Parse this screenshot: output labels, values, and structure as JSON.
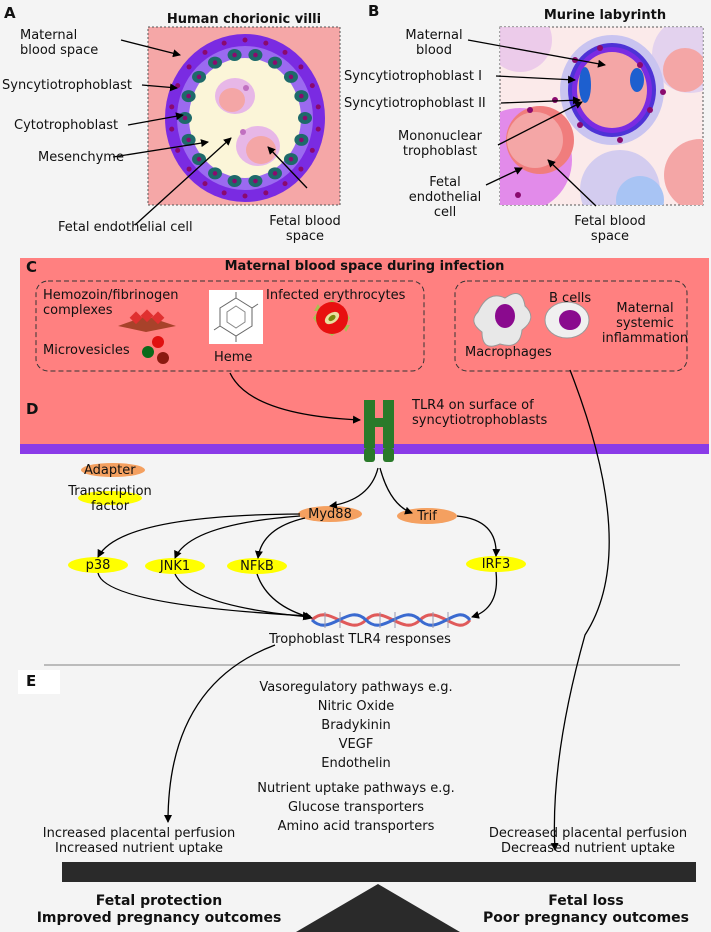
{
  "panels": {
    "A": {
      "letter": "A",
      "title": "Human chorionic villi",
      "labels": {
        "maternal_blood_space": "Maternal\nblood space",
        "syncytiotrophoblast": "Syncytiotrophoblast",
        "cytotrophoblast": "Cytotrophoblast",
        "mesenchyme": "Mesenchyme",
        "fetal_endothelial_cell": "Fetal endothelial cell",
        "fetal_blood_space": "Fetal blood\nspace"
      }
    },
    "B": {
      "letter": "B",
      "title": "Murine labyrinth",
      "labels": {
        "maternal_blood": "Maternal\nblood",
        "syncytiotrophoblast_1": "Syncytiotrophoblast I",
        "syncytiotrophoblast_2": "Syncytiotrophoblast II",
        "mononuclear_trophoblast": "Mononuclear\ntrophoblast",
        "fetal_endothelial_cell": "Fetal\nendothelial\ncell",
        "fetal_blood_space": "Fetal blood\nspace"
      }
    },
    "C": {
      "letter": "C",
      "title": "Maternal blood space during infection",
      "labels": {
        "hemozoin": "Hemozoin/fibrinogen\ncomplexes",
        "infected_erythrocytes": "Infected erythrocytes",
        "microvesicles": "Microvesicles",
        "heme": "Heme",
        "b_cells": "B cells",
        "macrophages": "Macrophages",
        "maternal_inflammation": "Maternal\nsystemic\ninflammation"
      }
    },
    "D": {
      "letter": "D",
      "labels": {
        "tlr4": "TLR4 on surface of\nsyncytiotrophoblasts",
        "legend_adapter": "Adapter",
        "legend_tf": "Transcription\nfactor",
        "myd88": "Myd88",
        "trif": "Trif",
        "p38": "p38",
        "jnk1": "JNK1",
        "nfkb": "NFkB",
        "irf3": "IRF3",
        "responses": "Trophoblast TLR4 responses"
      }
    },
    "E": {
      "letter": "E",
      "vaso_title": "Vasoregulatory pathways e.g.",
      "vaso_items": [
        "Nitric Oxide",
        "Bradykinin",
        "VEGF",
        "Endothelin"
      ],
      "nutrient_title": "Nutrient uptake pathways e.g.",
      "nutrient_items": [
        "Glucose transporters",
        "Amino acid transporters"
      ],
      "left_effect": "Increased placental perfusion\nIncreased nutrient uptake",
      "right_effect": "Decreased placental perfusion\nDecreased nutrient uptake",
      "left_outcome": "Fetal protection\nImproved pregnancy outcomes",
      "right_outcome": "Fetal loss\nPoor pregnancy outcomes"
    }
  },
  "colors": {
    "maternal_blood": "#ff8080",
    "syncytio": "#7a2be2",
    "cyto": "#1e6a6a",
    "nucleus": "#8a0a6e",
    "adapter": "#f4a060",
    "tf": "#ffff00",
    "tlr4": "#2a7a2a",
    "membrane": "#8a3be8"
  }
}
